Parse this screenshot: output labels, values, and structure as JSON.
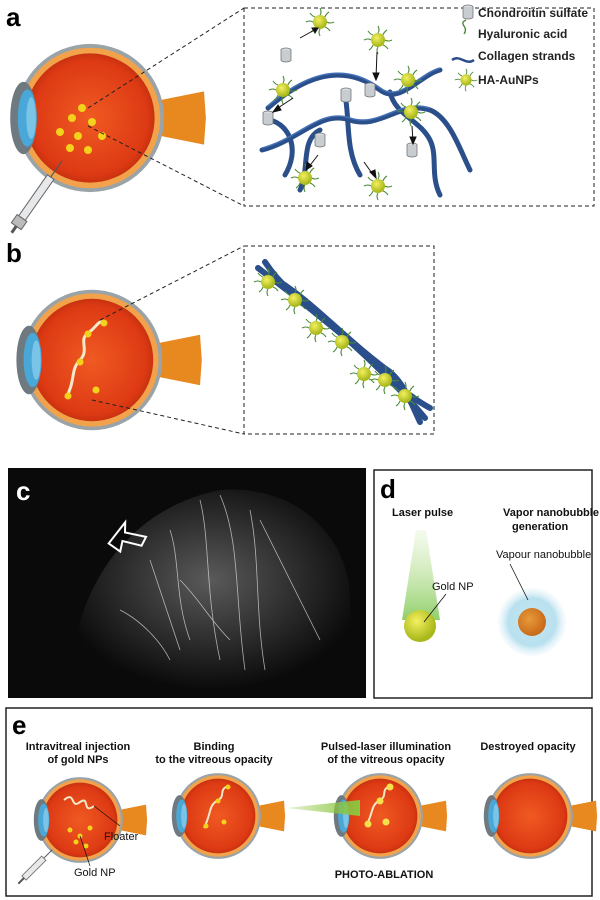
{
  "panels": {
    "a": "a",
    "b": "b",
    "c": "c",
    "d": "d",
    "e": "e"
  },
  "legend": {
    "chondroitin": "Chondroitin sulfate",
    "hyaluronic": "Hyaluronic acid",
    "collagen": "Collagen strands",
    "hanp": "HA-AuNPs"
  },
  "panel_d": {
    "laser_pulse": "Laser pulse",
    "vapor_line1": "Vapor nanobubble",
    "vapor_line2": "generation",
    "gold_np": "Gold NP",
    "vapour_nanobubble": "Vapour nanobubble"
  },
  "panel_e": {
    "step1_line1": "Intravitreal injection",
    "step1_line2": "of gold NPs",
    "step2_line1": "Binding",
    "step2_line2": "to the vitreous opacity",
    "step3_line1": "Pulsed-laser illumination",
    "step3_line2": "of the vitreous opacity",
    "step4": "Destroyed opacity",
    "floater": "Floater",
    "gold_np": "Gold NP",
    "photo_ablation": "PHOTO-ABLATION"
  },
  "colors": {
    "eye_red": "#e8401c",
    "eye_orange": "#e8891f",
    "cornea_blue": "#4aa8d8",
    "collagen": "#2a4f8a",
    "gold": "#e8d22a",
    "np_green": "#b8cf2a",
    "laser_green": "#8cc63f"
  }
}
